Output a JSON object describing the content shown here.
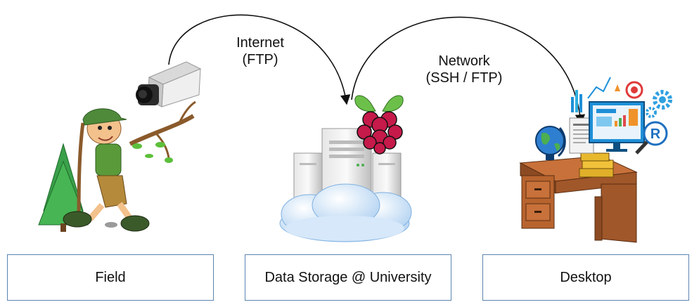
{
  "arrows": {
    "internet": {
      "line1": "Internet",
      "line2": "(FTP)"
    },
    "network": {
      "line1": "Network",
      "line2": "(SSH / FTP)"
    }
  },
  "boxes": {
    "field": "Field",
    "storage": "Data Storage @ University",
    "desktop": "Desktop"
  },
  "icons": {
    "camera": "camera-icon",
    "hiker": "hiker-illustration",
    "raspberry": "raspberry-pi-logo",
    "servers": "server-cloud-icon",
    "desk": "desk-icon",
    "globe": "globe-icon",
    "books": "books-icon",
    "document": "document-icon",
    "dashboard": "analytics-dashboard-icon",
    "r": "r-logo-icon",
    "gear": "gear-icon",
    "target": "target-icon"
  },
  "colors": {
    "box_border": "#5b84b1",
    "cloud": "#cfe3f7",
    "raspberry": "#c51a4a",
    "leaf": "#6cc04a",
    "desk": "#a0572a"
  }
}
